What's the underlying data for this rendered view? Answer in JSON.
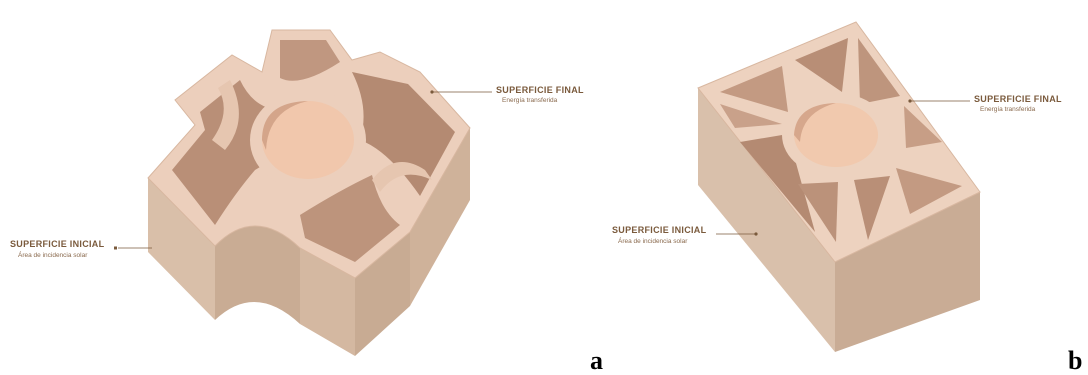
{
  "figure": {
    "panels": [
      {
        "letter": "a",
        "label_final_title": "SUPERFICIE FINAL",
        "label_final_sub": "Energía transferida",
        "label_inicial_title": "SUPERFICIE INICIAL",
        "label_inicial_sub": "Área de incidencia solar"
      },
      {
        "letter": "b",
        "label_final_title": "SUPERFICIE FINAL",
        "label_final_sub": "Energía transferida",
        "label_inicial_title": "SUPERFICIE INICIAL",
        "label_inicial_sub": "Área de incidencia solar"
      }
    ]
  },
  "colors": {
    "top_face": "#ecd0bd",
    "side_face": "#d6bba4",
    "front_face": "#cdb19a",
    "inner_shadow": "#b68c74",
    "inner_light": "#f3c7ad",
    "leader": "#7a5a3c"
  }
}
